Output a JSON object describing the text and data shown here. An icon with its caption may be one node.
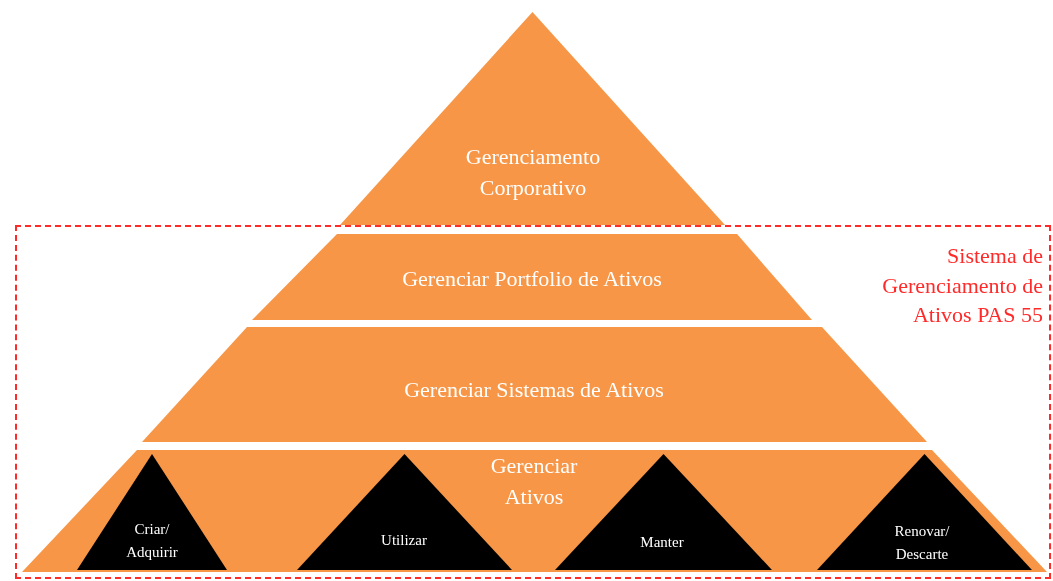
{
  "diagram": {
    "nodes": [
      {
        "text": [
          "Sistema de Gerenciamento de Ativos PAS 55"
        ]
      },
      {
        "text": [
          "Gerenciamento Corporativo"
        ]
      },
      {
        "text": [
          "Gerenciar Portfolio de Ativos"
        ],
        "in": 0
      },
      {
        "text": [
          "Gerenciar Sistemas de Ativos"
        ],
        "in": 0
      },
      {
        "text": [
          "Gerenciar Ativos"
        ],
        "in": 0
      },
      {
        "text": [
          "Criar/ Adquirir"
        ],
        "in": 4
      },
      {
        "text": [
          "Utilizar"
        ],
        "in": 4
      },
      {
        "text": [
          "Manter"
        ],
        "in": 4
      },
      {
        "text": [
          "Renovar/ Descarte"
        ],
        "in": 4
      }
    ]
  }
}
